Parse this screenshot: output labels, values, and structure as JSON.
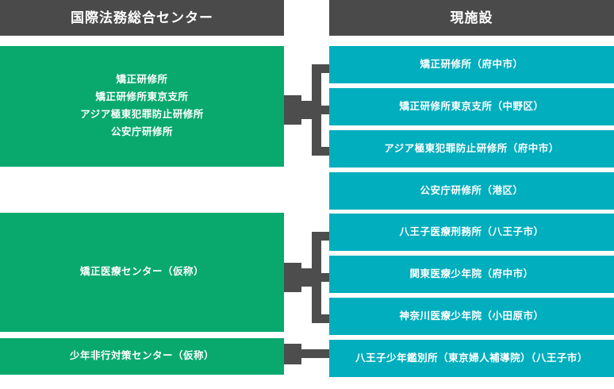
{
  "headers": {
    "left": "国際法務総合センター",
    "right": "現施設"
  },
  "colors": {
    "header_bg": "#4a4a4a",
    "new_facility_bg": "#09a96e",
    "current_facility_bg": "#00aebd",
    "connector": "#4d4d4d",
    "text": "#ffffff",
    "page_bg": "#ffffff"
  },
  "new_facilities": [
    {
      "id": "training-center",
      "lines": [
        "矯正研修所",
        "矯正研修所東京支所",
        "アジア極東犯罪防止研修所",
        "公安庁研修所"
      ]
    },
    {
      "id": "correctional-medical-center",
      "lines": [
        "矯正医療センター（仮称）"
      ]
    },
    {
      "id": "juvenile-delinquency-center",
      "lines": [
        "少年非行対策センター（仮称）"
      ]
    }
  ],
  "current_facilities": [
    {
      "id": "kyosei-kenshujo",
      "label": "矯正研修所（府中市）"
    },
    {
      "id": "kyosei-kenshujo-tokyo",
      "label": "矯正研修所東京支所（中野区）"
    },
    {
      "id": "unafei",
      "label": "アジア極東犯罪防止研修所（府中市）"
    },
    {
      "id": "koanchou-kenshujo",
      "label": "公安庁研修所（港区）"
    },
    {
      "id": "hachioji-medical-prison",
      "label": "八王子医療刑務所（八王子市）"
    },
    {
      "id": "kanto-medical-juvenile",
      "label": "関東医療少年院（府中市）"
    },
    {
      "id": "kanagawa-medical-juvenile",
      "label": "神奈川医療少年院（小田原市）"
    },
    {
      "id": "hachioji-juvenile-classification",
      "label": "八王子少年鑑別所（東京婦人補導院）（八王子市）"
    }
  ],
  "connectors": [
    {
      "id": "bracket-training",
      "type": "three-branch"
    },
    {
      "id": "bracket-medical",
      "type": "three-branch"
    },
    {
      "id": "bracket-juvenile",
      "type": "single-line"
    }
  ]
}
